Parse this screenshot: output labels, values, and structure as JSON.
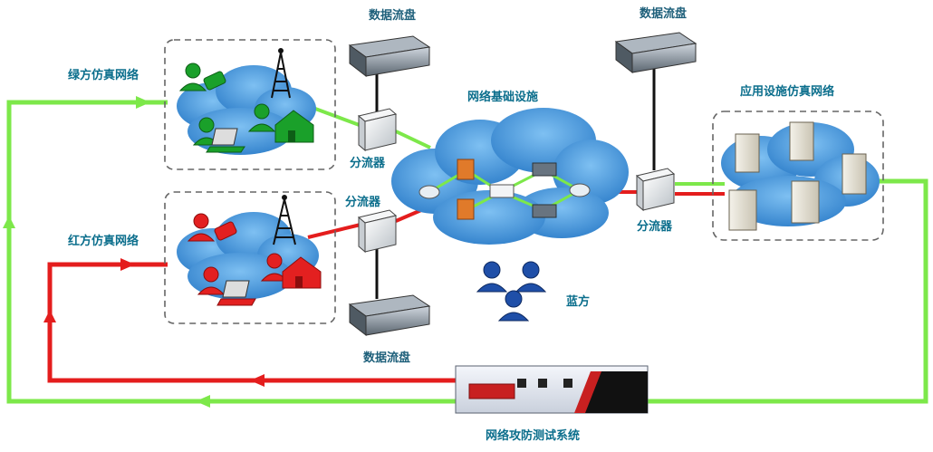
{
  "labels": {
    "green_network": "绿方仿真网络",
    "red_network": "红方仿真网络",
    "infrastructure": "网络基础设施",
    "app_network": "应用设施仿真网络",
    "disk_top_left": "数据流盘",
    "disk_top_right": "数据流盘",
    "disk_bottom": "数据流盘",
    "splitter_green": "分流器",
    "splitter_red": "分流器",
    "splitter_right": "分流器",
    "blue_team": "蓝方",
    "test_system": "网络攻防测试系统"
  },
  "colors": {
    "green_line": "#7de84a",
    "red_line": "#e41d1d",
    "cloud": "#3b8fd8",
    "green_team": "#1aa02a",
    "red_team": "#e32020",
    "blue_team": "#1f4fa8",
    "label": "#0b6e8c"
  },
  "icons": {
    "server_rack": "server-rack-icon",
    "splitter": "splitter-box-icon",
    "tower": "radio-tower-icon",
    "house": "house-icon",
    "laptop": "laptop-icon",
    "phone": "phone-icon",
    "router": "router-icon",
    "firewall": "firewall-icon",
    "server": "server-tower-icon",
    "device": "test-device-icon"
  }
}
